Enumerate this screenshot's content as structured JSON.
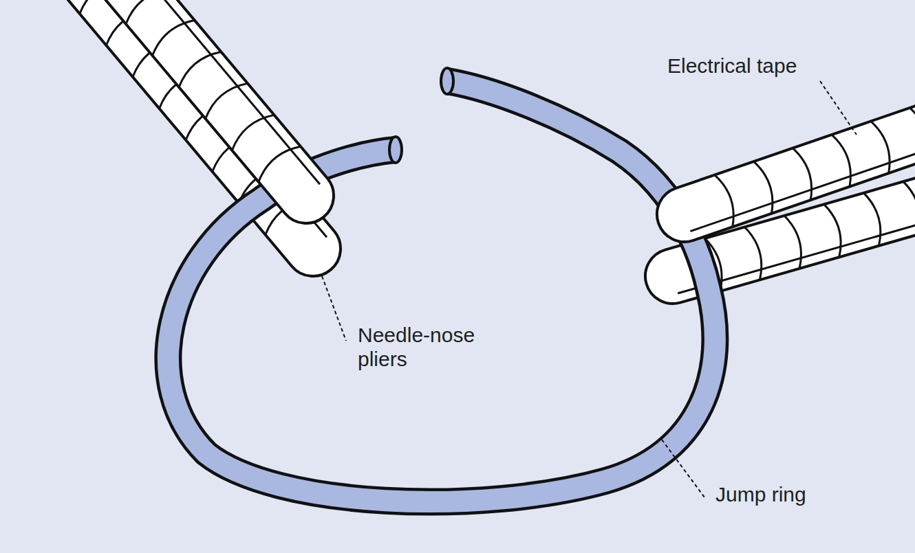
{
  "diagram": {
    "labels": [
      "Electrical tape",
      "Needle-nose pliers",
      "Jump ring"
    ]
  }
}
